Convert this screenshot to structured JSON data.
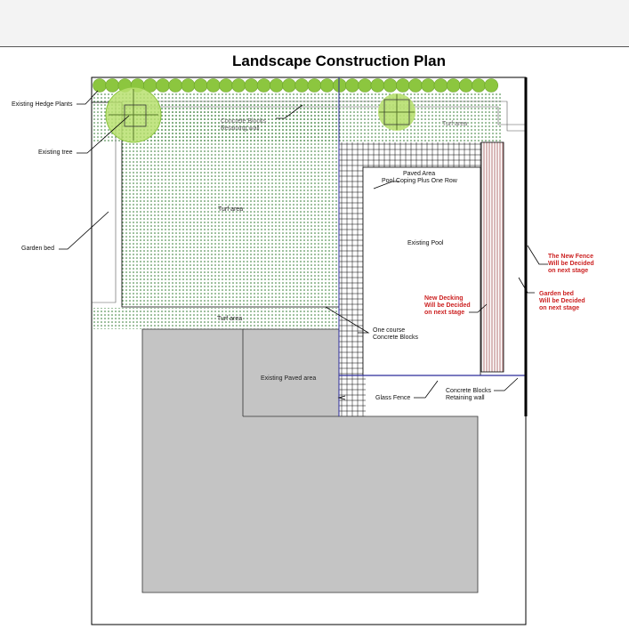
{
  "title": "Landscape Construction Plan",
  "labels": {
    "existing_hedge": "Existing Hedge Plants",
    "existing_tree": "Existing tree",
    "garden_bed_left": "Garden bed",
    "concrete_blocks_top_1": "Concrete Blocks",
    "concrete_blocks_top_2": "Retaining wall",
    "turf_area_main": "Turf area",
    "turf_area_top_right": "Turf area",
    "turf_area_strip": "Turf area",
    "paved_area_1": "Paved Area",
    "paved_area_2": "Pool Coping Plus One Row",
    "existing_pool": "Existing Pool",
    "new_decking_1": "New Decking",
    "new_decking_2": "Will be Decided",
    "new_decking_3": "on next stage",
    "new_fence_1": "The New Fence",
    "new_fence_2": "Will be Decided",
    "new_fence_3": "on next stage",
    "garden_bed_right_1": "Garden bed",
    "garden_bed_right_2": "Will be Decided",
    "garden_bed_right_3": "on next stage",
    "one_course_1": "One course",
    "one_course_2": "Concrete Blocks",
    "existing_paved": "Existing Paved area",
    "glass_fence": "Glass Fence",
    "concrete_blocks_right_1": "Concrete Blocks",
    "concrete_blocks_right_2": "Retaining wall"
  },
  "colors": {
    "hedge": "#8cc63f",
    "turf_dot": "#1a6b1a",
    "paved_grey": "#c4c4c4",
    "decking": "#a05050",
    "fence_blue": "#2a2a9a",
    "annotation_red": "#cc2222"
  }
}
